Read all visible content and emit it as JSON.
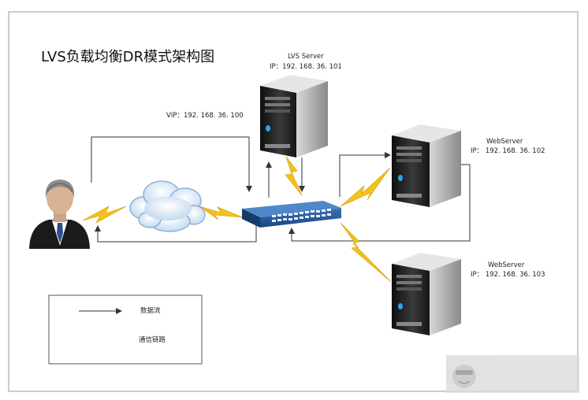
{
  "title": "LVS负载均衡DR模式架构图",
  "lvs": {
    "name": "LVS  Server",
    "ip": "IP：192. 168. 36. 101",
    "vip": "VIP：192. 168. 36. 100"
  },
  "web1": {
    "name": "WebServer",
    "ip": "IP：  192. 168. 36. 102"
  },
  "web2": {
    "name": "WebServer",
    "ip": "IP：  192. 168. 36. 103"
  },
  "legend": {
    "data_flow": "数据流",
    "comm_link": "通信链路"
  },
  "colors": {
    "lightning": "#f2c31a",
    "arrow": "#333333",
    "switch": "#1f4f8f",
    "server": "#1c1c1c",
    "cloud": "#a9c7e8"
  }
}
